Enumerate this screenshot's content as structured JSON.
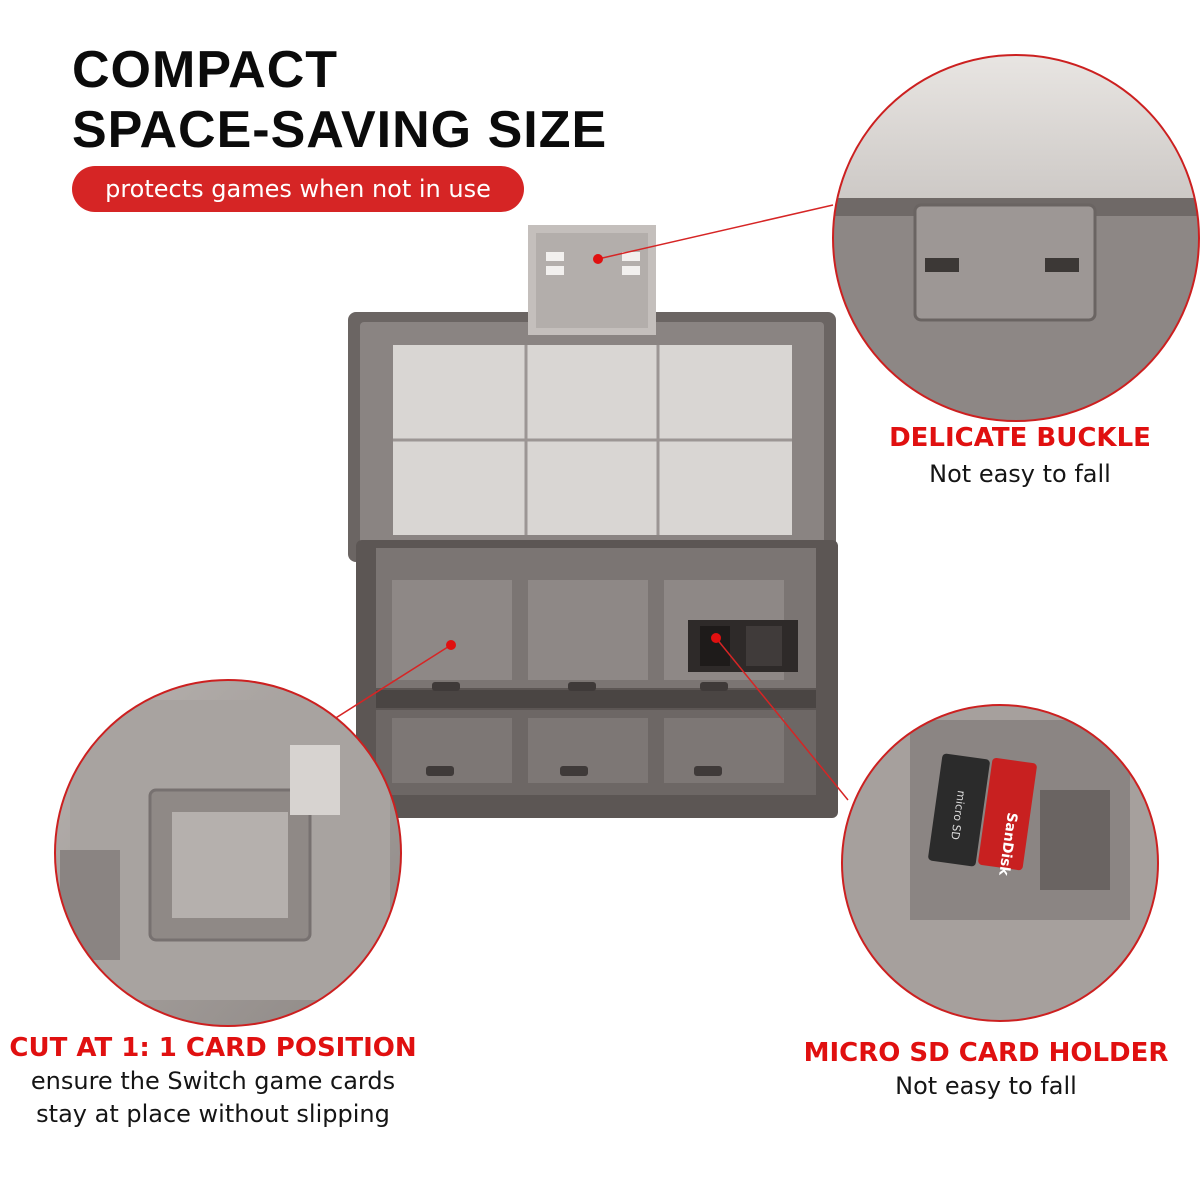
{
  "headline": {
    "line1": "COMPACT",
    "line2": "SPACE-SAVING SIZE"
  },
  "tagline": "protects games when not in use",
  "callouts": {
    "buckle": {
      "title": "DELICATE BUCKLE",
      "subtitle": "Not easy to fall"
    },
    "card_position": {
      "title": "CUT AT 1: 1 CARD POSITION",
      "line1": "ensure the Switch game cards",
      "line2": "stay at place without slipping"
    },
    "micro_sd": {
      "title": "MICRO SD CARD HOLDER",
      "subtitle": "Not easy to fall"
    }
  },
  "product_labels": {
    "sd_brand": "SanDisk",
    "sd_type": "micro SD"
  },
  "colors": {
    "accent": "#e01010",
    "pill_bg": "#d62525",
    "case_dark": "#5a5452",
    "case_light": "#cfcbc8"
  },
  "icons": {
    "pointer_marker": "red-dot"
  }
}
